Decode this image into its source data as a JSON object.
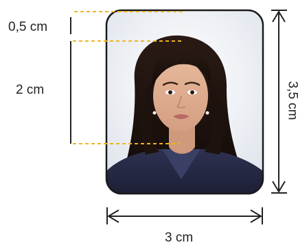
{
  "labels": {
    "head_gap": "0,5 cm",
    "face_height": "2 cm",
    "photo_width": "3 cm",
    "photo_height": "3,5 cm"
  },
  "colors": {
    "guide_dashes": "#f2b320",
    "lines": "#222222",
    "photo_border": "#1a1a1a",
    "background": "#e9edf3"
  },
  "photo": {
    "description_icon": "portrait-photo"
  }
}
